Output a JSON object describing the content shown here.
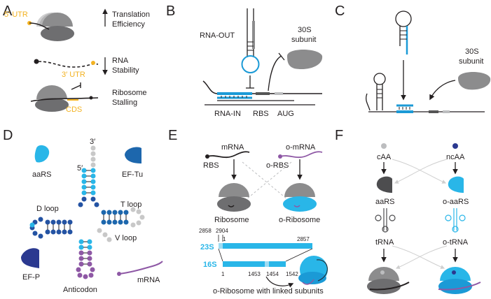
{
  "colors": {
    "ribosome": "#8c8c8d",
    "ribosome_light": "#bcbdbf",
    "blue": "#1b9ad6",
    "light_blue": "#29b6e8",
    "dark_blue": "#2453a3",
    "navy": "#2b3990",
    "purple": "#8e58a5",
    "orange": "#f3b221",
    "gray_nuc": "#c8c8c8",
    "dark": "#231f20"
  },
  "panels": {
    "A": {
      "label": "A",
      "five_utr": "5′ UTR",
      "three_utr": "3′ UTR",
      "cds": "CDS",
      "translation_line1": "Translation",
      "translation_line2": "Efficiency",
      "rna_line1": "RNA",
      "rna_line2": "Stability",
      "ribosome_line1": "Ribosome",
      "ribosome_line2": "Stalling"
    },
    "B": {
      "label": "B",
      "rna_out": "RNA-OUT",
      "subunit_line1": "30S",
      "subunit_line2": "subunit",
      "rna_in": "RNA-IN",
      "rbs": "RBS",
      "aug": "AUG"
    },
    "C": {
      "label": "C",
      "subunit_line1": "30S",
      "subunit_line2": "subunit"
    },
    "D": {
      "label": "D",
      "three_prime": "3′",
      "five_prime": "5′",
      "aars": "aaRS",
      "ef_tu": "EF-Tu",
      "d_loop": "D loop",
      "t_loop": "T loop",
      "v_loop": "V loop",
      "ef_p": "EF-P",
      "anticodon": "Anticodon",
      "mrna": "mRNA"
    },
    "E": {
      "label": "E",
      "mrna": "mRNA",
      "o_mrna": "o-mRNA",
      "rbs": "RBS",
      "o_rbs": "o-RBS",
      "ribosome": "Ribosome",
      "o_ribosome": "o-Ribosome",
      "rrna_23s": "23S",
      "rrna_16s": "16S",
      "n2858": "2858",
      "n2904": "2904",
      "n1": "1",
      "n2857": "2857",
      "n1_16s": "1",
      "n1453": "1453",
      "n1454": "1454",
      "n1542": "1542",
      "caption": "o-Ribosome with linked subunits"
    },
    "F": {
      "label": "F",
      "caa": "cAA",
      "ncaa": "ncAA",
      "aars": "aaRS",
      "o_aars": "o-aaRS",
      "trna": "tRNA",
      "o_trna": "o-tRNA"
    }
  }
}
